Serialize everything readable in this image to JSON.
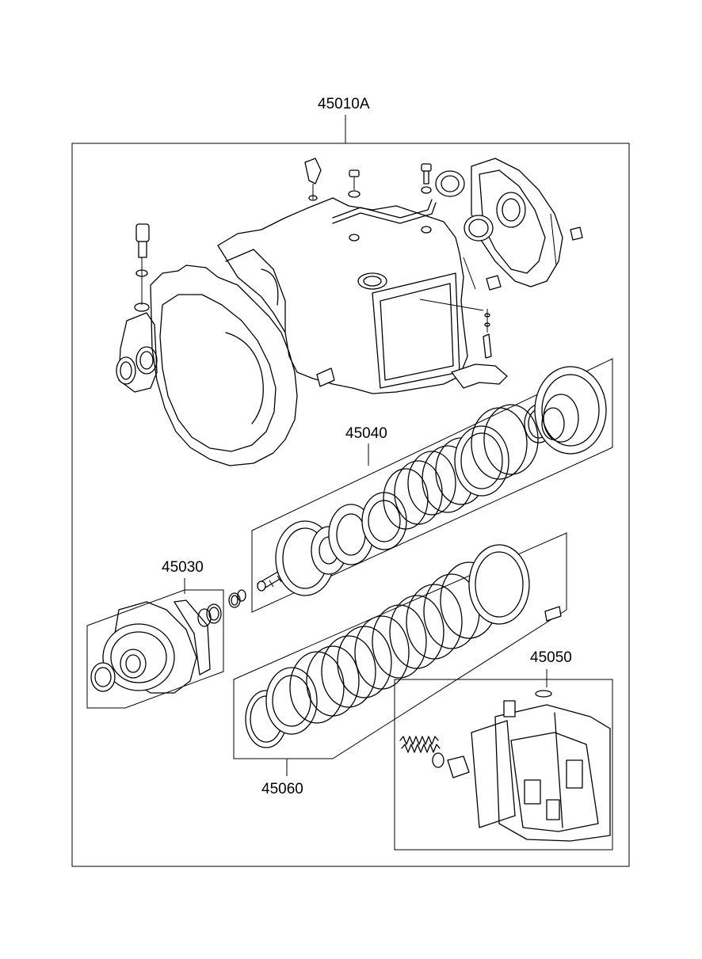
{
  "callouts": {
    "assembly": "45010A",
    "clutch": "45040",
    "pump": "45030",
    "valve_body": "45050",
    "brake": "45060"
  }
}
